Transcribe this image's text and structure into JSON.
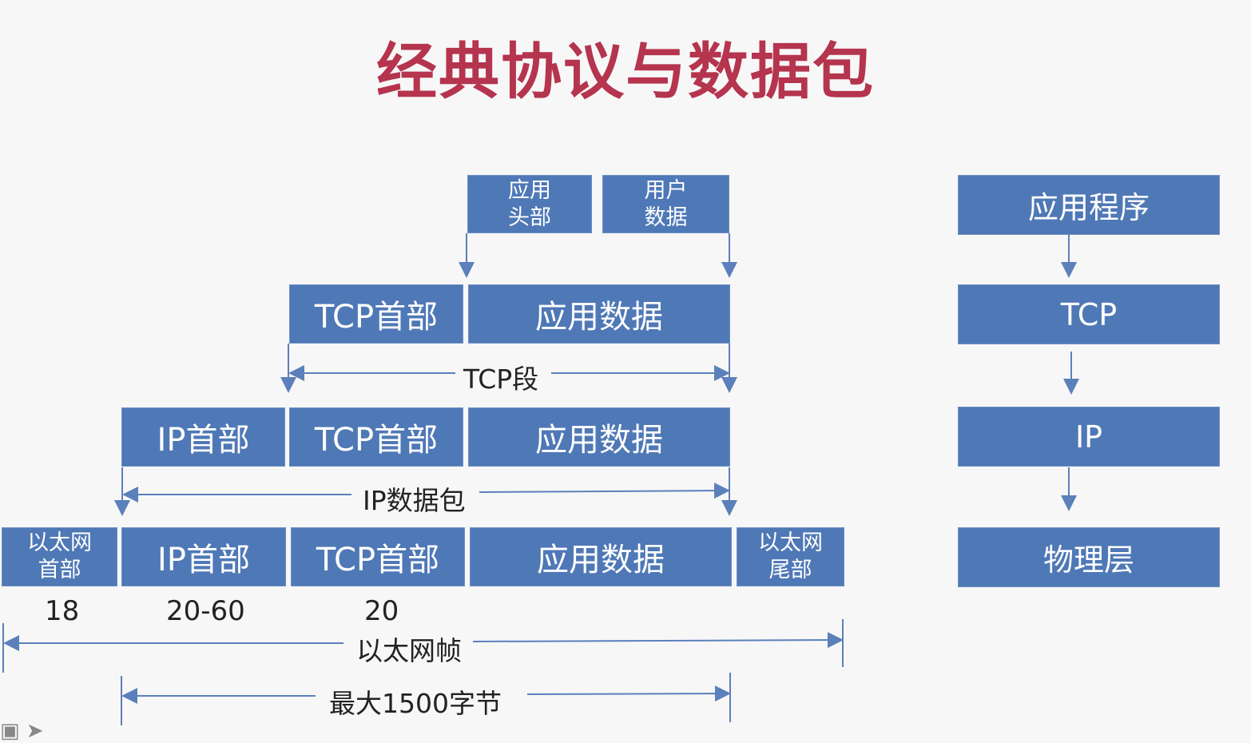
{
  "title": "经典协议与数据包",
  "layer1": {
    "app_header": "应用\n头部",
    "user_data": "用户\n数据"
  },
  "layer2": {
    "tcp_header": "TCP首部",
    "app_data": "应用数据",
    "span_label": "TCP段"
  },
  "layer3": {
    "ip_header": "IP首部",
    "tcp_header": "TCP首部",
    "app_data": "应用数据",
    "span_label": "IP数据包"
  },
  "layer4": {
    "eth_header": "以太网\n首部",
    "ip_header": "IP首部",
    "tcp_header": "TCP首部",
    "app_data": "应用数据",
    "eth_trailer": "以太网\n尾部",
    "size_eth": "18",
    "size_ip": "20-60",
    "size_tcp": "20",
    "span_label": "以太网帧",
    "max_label": "最大1500字节"
  },
  "stack": {
    "app": "应用程序",
    "tcp": "TCP",
    "ip": "IP",
    "phy": "物理层"
  },
  "colors": {
    "box": "#4f78b6",
    "title": "#b5344e",
    "arrow": "#5b80bb"
  }
}
